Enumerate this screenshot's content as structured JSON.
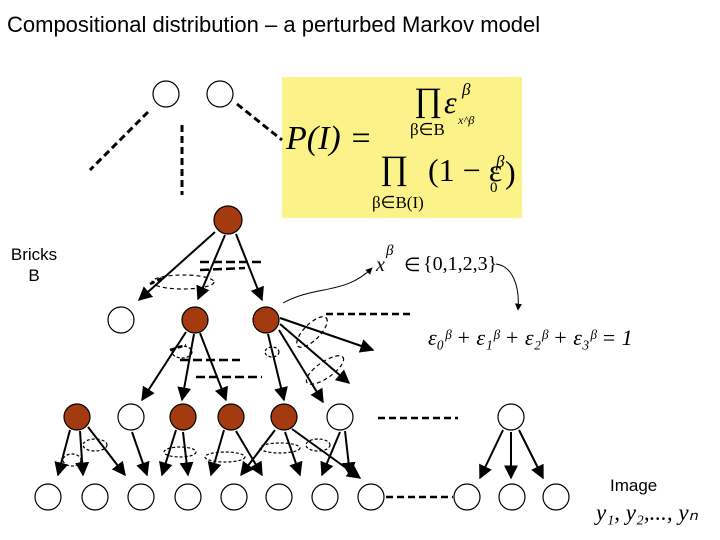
{
  "title": "Compositional distribution – a perturbed Markov model",
  "labels": {
    "bricks": "Bricks",
    "bricks_symbol": "B",
    "image": "Image"
  },
  "formula": {
    "lhs": "P(I) =",
    "num_prod": "∏",
    "num_sub": "β∈B",
    "num_term": "ε",
    "num_sup": "β",
    "num_sub2": "x^β",
    "den_prod": "∏",
    "den_sub": "β∈B(I)",
    "den_term": "(1 − ε",
    "den_sub0": "0",
    "den_sup": "β",
    "den_close": ")"
  },
  "states": {
    "var": "x",
    "sup": "β",
    "in": "∈",
    "set": "{0,1,2,3}"
  },
  "constraint": {
    "text": "ε₀ᵝ + ε₁ᵝ + ε₂ᵝ + ε₃ᵝ = 1"
  },
  "pixels": {
    "text": "y₁, y₂,..., yₙ"
  },
  "colors": {
    "active_node": "#a33a10",
    "inactive_node": "#ffffff",
    "formula_bg": "#fbf389"
  }
}
